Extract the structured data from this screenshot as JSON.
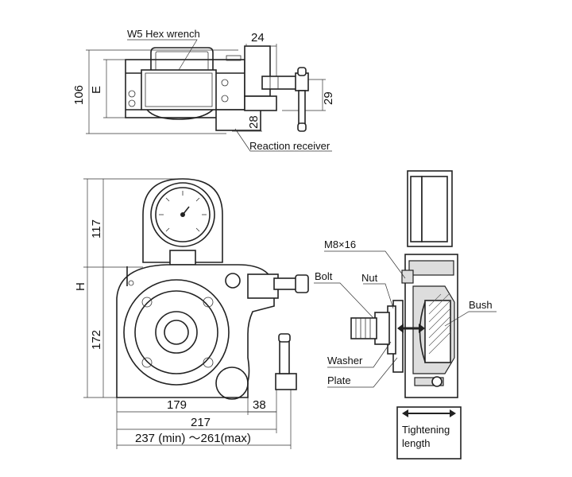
{
  "top_view": {
    "label_hex_wrench": "W5 Hex wrench",
    "dim_24": "24",
    "dim_106": "106",
    "dim_e": "E",
    "dim_29": "29",
    "dim_28": "28",
    "label_reaction_receiver": "Reaction receiver"
  },
  "front_view": {
    "dim_117": "117",
    "dim_h": "H",
    "dim_172": "172",
    "dim_179": "179",
    "dim_38": "38",
    "dim_217": "217",
    "dim_237_261": "237 (min) ～261(max)"
  },
  "side_view": {
    "label_m8": "M8×16",
    "label_bolt": "Bolt",
    "label_nut": "Nut",
    "label_bush": "Bush",
    "label_washer": "Washer",
    "label_plate": "Plate",
    "label_tightening_1": "Tightening",
    "label_tightening_2": "length"
  }
}
